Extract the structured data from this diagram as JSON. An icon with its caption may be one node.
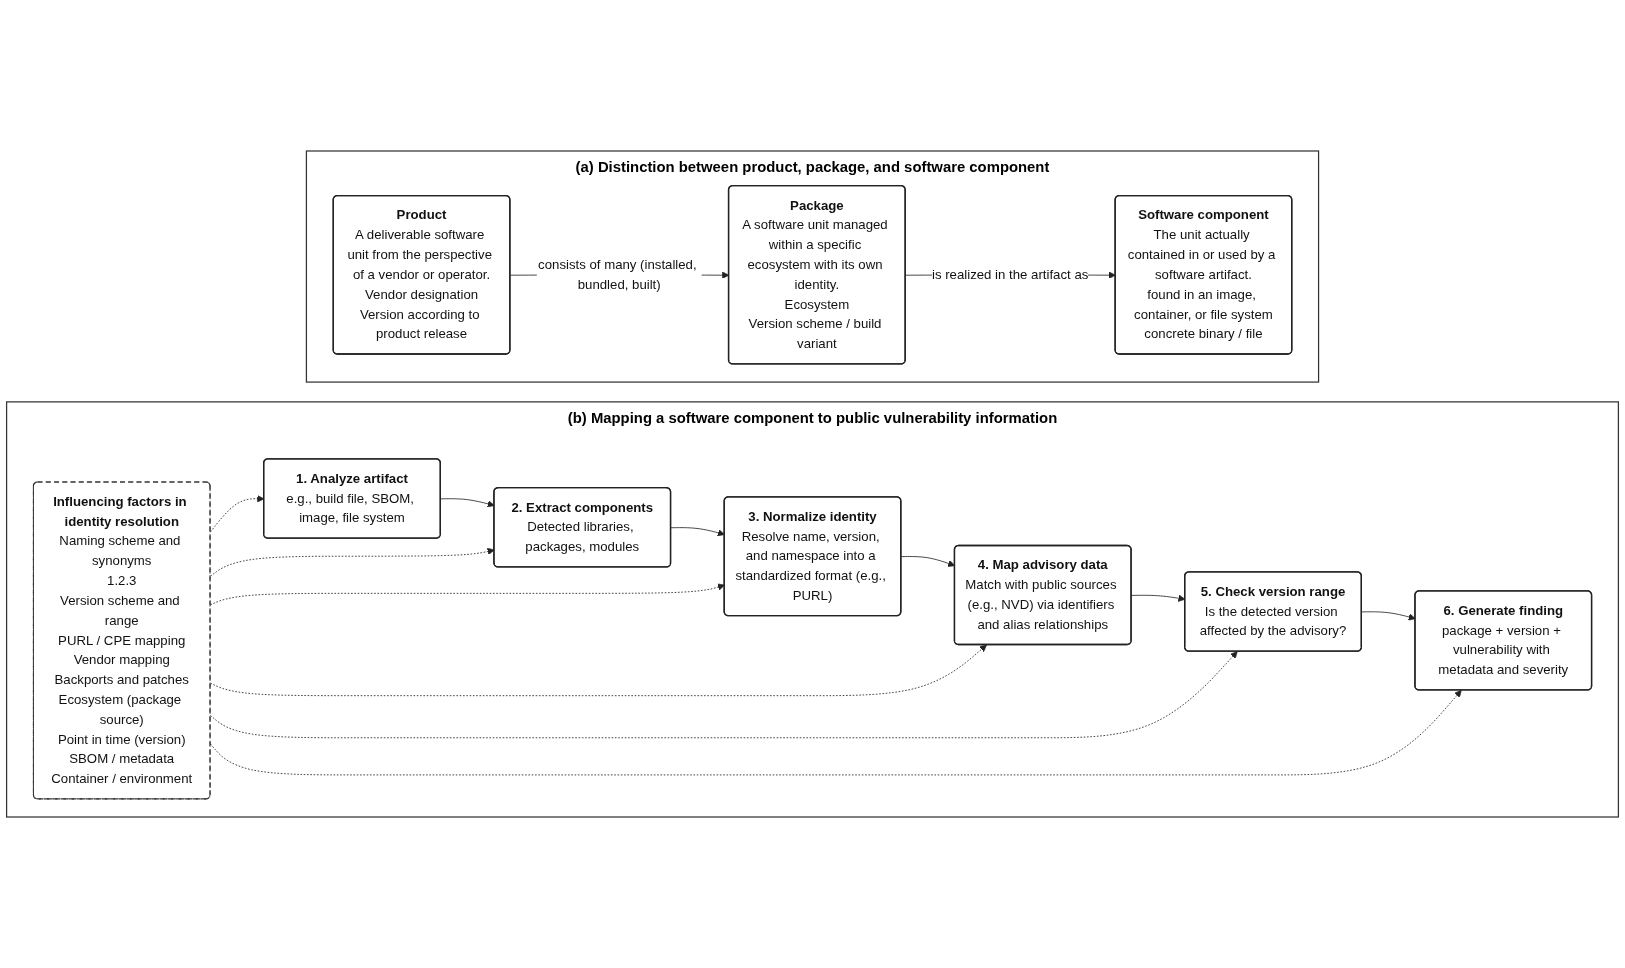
{
  "diagram": {
    "nodes": [
      {
        "text": [
          "(a) Distinction between product, package, and software component"
        ]
      },
      {
        "text": [
          "Product",
          "A deliverable software unit from the perspective of a vendor or operator.",
          "Vendor designation",
          "Version according to product release"
        ],
        "in": 0
      },
      {
        "text": [
          "Package",
          "A software unit managed within a specific ecosystem with its own identity.",
          "Ecosystem",
          "Version scheme / build variant"
        ],
        "in": 0
      },
      {
        "text": [
          "Software component",
          "The unit actually contained in or used by a software artifact.",
          "found in an image, container, or file system",
          "concrete binary / file"
        ],
        "in": 0
      },
      {
        "text": [
          "(b) Mapping a software component to public vulnerability information"
        ]
      },
      {
        "text": [
          "1. Analyze artifact",
          "e.g., build file, SBOM, image, file system"
        ],
        "in": 4
      },
      {
        "text": [
          "2. Extract components",
          "Detected libraries, packages, modules"
        ],
        "in": 4
      },
      {
        "text": [
          "3. Normalize identity",
          "Resolve name, version, and namespace into a standardized format (e.g., PURL)"
        ],
        "in": 4
      },
      {
        "text": [
          "4. Map advisory data",
          "Match with public sources (e.g., NVD) via identifiers and alias relationships"
        ],
        "in": 4
      },
      {
        "text": [
          "5. Check version range",
          "Is the detected version affected by the advisory?"
        ],
        "in": 4
      },
      {
        "text": [
          "6. Generate finding",
          "package + version + vulnerability with metadata and severity"
        ],
        "in": 4
      },
      {
        "text": [
          "Influencing factors in identity resolution",
          "Naming scheme and synonyms",
          "1.2.3",
          "Version scheme and range",
          "PURL / CPE mapping",
          "Vendor mapping",
          "Backports and patches",
          "Ecosystem (package source)",
          "Point in time (version)",
          "SBOM / metadata",
          "Container / environment"
        ],
        "in": 4
      }
    ],
    "edges": [
      {
        "from": 1,
        "to": 2,
        "arrow": "to",
        "label": "consists of many (installed, bundled, built)"
      },
      {
        "from": 2,
        "to": 3,
        "arrow": "to",
        "label": "is realized in the artifact as"
      },
      {
        "from": 5,
        "to": 6,
        "arrow": "to"
      },
      {
        "from": 6,
        "to": 7,
        "arrow": "to"
      },
      {
        "from": 7,
        "to": 8,
        "arrow": "to"
      },
      {
        "from": 8,
        "to": 9,
        "arrow": "to"
      },
      {
        "from": 9,
        "to": 10,
        "arrow": "to"
      },
      {
        "from": 11,
        "to": 5,
        "arrow": "to",
        "style": "dashed"
      },
      {
        "from": 11,
        "to": 6,
        "arrow": "to",
        "style": "dashed"
      },
      {
        "from": 11,
        "to": 7,
        "arrow": "to",
        "style": "dashed"
      },
      {
        "from": 11,
        "to": 8,
        "arrow": "to",
        "style": "dashed"
      },
      {
        "from": 11,
        "to": 9,
        "arrow": "to",
        "style": "dashed"
      },
      {
        "from": 11,
        "to": 10,
        "arrow": "to",
        "style": "dashed"
      }
    ]
  }
}
